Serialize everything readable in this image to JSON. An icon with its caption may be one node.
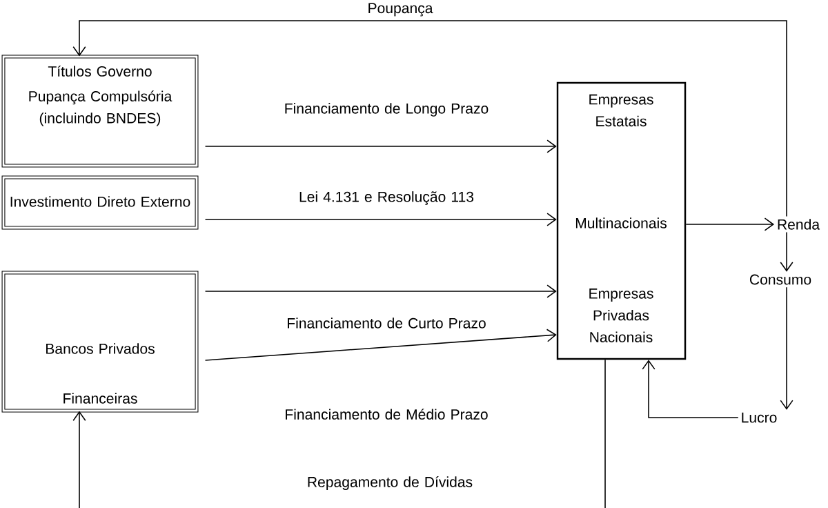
{
  "diagram": {
    "nodes": [
      {
        "text": [
          "Títulos Governo",
          "Pupança Compulsória (incluindo BNDES)"
        ]
      },
      {
        "text": [
          "Investimento Direto Externo"
        ]
      },
      {
        "text": [
          "Bancos Privados",
          "Financeiras"
        ]
      },
      {
        "text": [
          "Empresas Estatais",
          "Multinacionais",
          "Empresas Privadas Nacionais"
        ]
      },
      {
        "text": [
          "Renda"
        ]
      },
      {
        "text": [
          "Consumo"
        ]
      },
      {
        "text": [
          "Lucro"
        ]
      }
    ],
    "edges": [
      {
        "from": 0,
        "to": 3,
        "arrow": "to",
        "label": "Financiamento de Longo Prazo"
      },
      {
        "from": 1,
        "to": 3,
        "arrow": "to",
        "label": "Lei 4.131 e Resolução 113"
      },
      {
        "from": 2,
        "to": 3,
        "arrow": "to",
        "label": "Financiamento de Curto Prazo"
      },
      {
        "from": 2,
        "to": 3,
        "arrow": "to",
        "label": "Financiamento de Médio Prazo"
      },
      {
        "from": 3,
        "to": 4,
        "arrow": "to"
      },
      {
        "from": 4,
        "to": 5,
        "arrow": "to"
      },
      {
        "from": 5,
        "to": 6,
        "arrow": "to"
      },
      {
        "from": 6,
        "to": 3,
        "arrow": "to"
      },
      {
        "from": 4,
        "to": 0,
        "arrow": "to",
        "label": "Poupança"
      },
      {
        "from": 3,
        "to": 2,
        "arrow": "to",
        "label": "Repagamento de Dívidas"
      }
    ]
  }
}
